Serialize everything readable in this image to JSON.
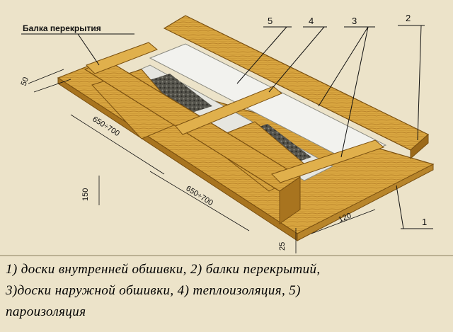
{
  "diagram": {
    "beam_label": "Балка перекрытия",
    "callouts": [
      "5",
      "4",
      "3",
      "2",
      "1"
    ],
    "dimensions": {
      "d50": "50",
      "d650_left": "650÷700",
      "d650_right": "650÷700",
      "d150": "150",
      "d120": "120",
      "d25": "25"
    }
  },
  "caption": {
    "line1": "1) доски внутренней обшивки, 2) балки перекрытий,",
    "line2": "3)доски наружной обшивки, 4) теплоизоляция, 5)",
    "line3": "пароизоляция"
  },
  "colors": {
    "background": "#ece3c9",
    "wood": "#d9a640",
    "wood_dark": "#9c6a1a",
    "insulation": "#f2f2ee",
    "gravel": "#4a4a44"
  }
}
